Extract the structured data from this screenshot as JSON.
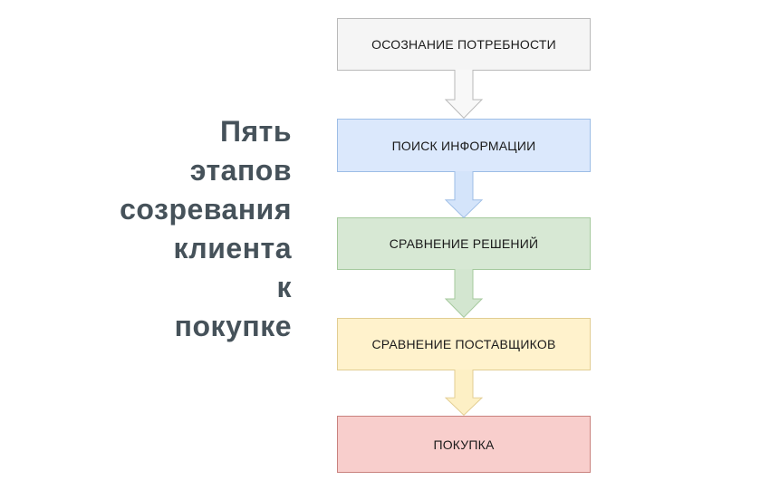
{
  "title": {
    "text": "Пять\nэтапов\nсозревания\nклиента\nк\nпокупке",
    "color": "#46525a"
  },
  "diagram": {
    "text_color": "#1a1a1a",
    "stages": [
      {
        "label": "ОСОЗНАНИЕ ПОТРЕБНОСТИ",
        "fill": "#f5f5f5",
        "stroke": "#b9b9b9",
        "arrow_fill": "#f8f8f8",
        "arrow_stroke": "#b9b9b9"
      },
      {
        "label": "ПОИСК ИНФОРМАЦИИ",
        "fill": "#dbe8fc",
        "stroke": "#9dbde6",
        "arrow_fill": "#d4e4fa",
        "arrow_stroke": "#9dbde6"
      },
      {
        "label": "СРАВНЕНИЕ РЕШЕНИЙ",
        "fill": "#d7e8d4",
        "stroke": "#a5c99d",
        "arrow_fill": "#d3e6d0",
        "arrow_stroke": "#a5c99d"
      },
      {
        "label": "СРАВНЕНИЕ ПОСТАВЩИКОВ",
        "fill": "#fff2cc",
        "stroke": "#e2cd92",
        "arrow_fill": "#fdf0c5",
        "arrow_stroke": "#e2cd92"
      },
      {
        "label": "ПОКУПКА",
        "fill": "#f8cecc",
        "stroke": "#c9827e"
      }
    ]
  }
}
